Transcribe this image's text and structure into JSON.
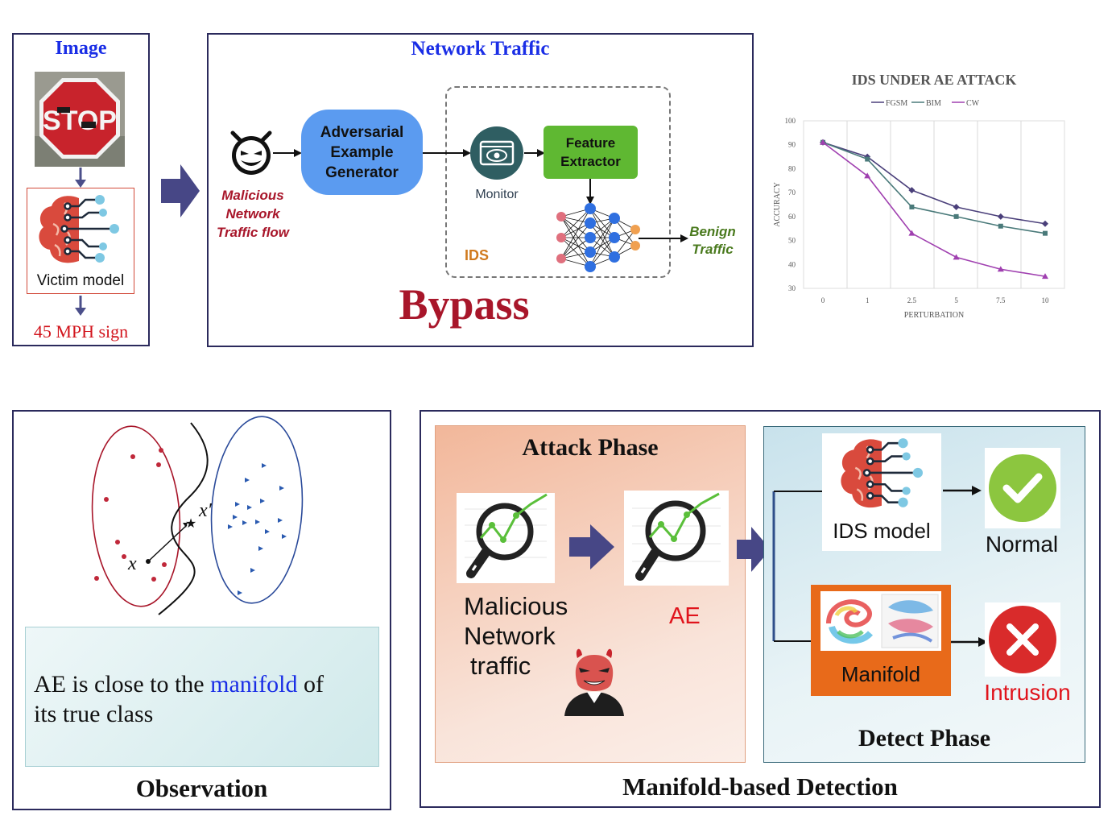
{
  "image_panel": {
    "title": "Image",
    "stop_sign_text": "STOP",
    "victim_label": "Victim model",
    "output_label": "45 MPH sign"
  },
  "network_panel": {
    "title": "Network Traffic",
    "malicious_label": [
      "Malicious",
      "Network",
      "Traffic flow"
    ],
    "generator_label": [
      "Adversarial",
      "Example",
      "Generator"
    ],
    "monitor_label": "Monitor",
    "extractor_label": [
      "Feature",
      "Extractor"
    ],
    "ids_label": "IDS",
    "benign_label": [
      "Benign",
      "Traffic"
    ],
    "bypass_label": "Bypass"
  },
  "observation_panel": {
    "x_label": "x",
    "x_prime_label": "x′",
    "statement_prefix": "AE is close to the ",
    "statement_highlight": "manifold",
    "statement_suffix": " of",
    "statement_line2": "its true class",
    "title": "Observation"
  },
  "detection_panel": {
    "title": "Manifold-based Detection",
    "attack_phase_title": "Attack Phase",
    "malicious_text": [
      "Malicious",
      "Network",
      "traffic"
    ],
    "ae_label": "AE",
    "ids_model_label": "IDS model",
    "normal_label": "Normal",
    "manifold_label": "Manifold",
    "intrusion_label": "Intrusion",
    "detect_phase_title": "Detect Phase"
  },
  "colors": {
    "title_blue": "#1a2ee6",
    "dark_red": "#a8162a",
    "bright_red": "#e0141c",
    "generator_blue": "#5b9bf0",
    "extractor_green": "#5fb832",
    "monitor_teal": "#2f5e62",
    "ids_orange": "#d07a1e",
    "benign_green": "#4a7a1e",
    "arrow_indigo": "#474786",
    "fgsm": "#4a3f7a",
    "bim": "#4a7a7a",
    "cw": "#a040b0"
  },
  "chart_data": {
    "type": "line",
    "title": "IDS  UNDER AE ATTACK",
    "xlabel": "PERTURBATION",
    "ylabel": "ACCURACY",
    "categories": [
      "0",
      "1",
      "2.5",
      "5",
      "7.5",
      "10"
    ],
    "ylim": [
      30,
      100
    ],
    "yticks": [
      30,
      40,
      50,
      60,
      70,
      80,
      90,
      100
    ],
    "legend_position": "top-center",
    "grid": "vertical",
    "series": [
      {
        "name": "FGSM",
        "marker": "diamond",
        "color": "#4a3f7a",
        "values": [
          91,
          85,
          71,
          64,
          60,
          57
        ]
      },
      {
        "name": "BIM",
        "marker": "square",
        "color": "#4a7a7a",
        "values": [
          91,
          84,
          64,
          60,
          56,
          53
        ]
      },
      {
        "name": "CW",
        "marker": "triangle",
        "color": "#a040b0",
        "values": [
          91,
          77,
          53,
          43,
          38,
          35
        ]
      }
    ]
  }
}
